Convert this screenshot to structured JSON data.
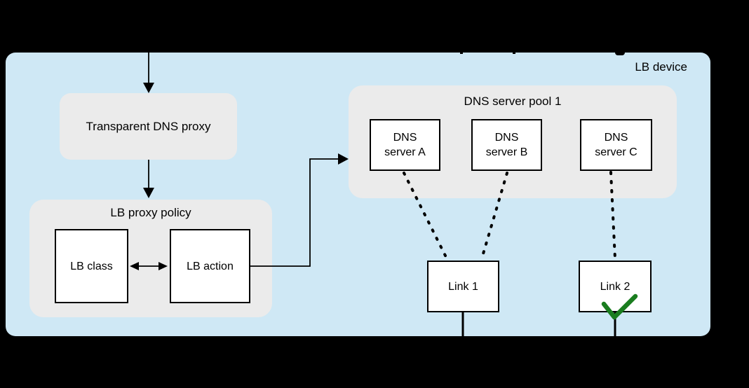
{
  "device": {
    "label": "LB device"
  },
  "proxy": {
    "label": "Transparent DNS proxy"
  },
  "policy": {
    "title": "LB proxy policy",
    "lb_class": {
      "label": "LB class"
    },
    "lb_action": {
      "label": "LB action"
    }
  },
  "pool": {
    "title": "DNS server pool 1",
    "servers": [
      {
        "line1": "DNS",
        "line2": "server A"
      },
      {
        "line1": "DNS",
        "line2": "server B"
      },
      {
        "line1": "DNS",
        "line2": "server C"
      }
    ]
  },
  "links": [
    {
      "label": "Link 1"
    },
    {
      "label": "Link 2",
      "status_icon": "green-checkmark"
    }
  ],
  "colors": {
    "device_bg": "#cfe8f5",
    "group_bg": "#ebebeb",
    "node_bg": "#ffffff",
    "node_border": "#000000",
    "connector": "#000000",
    "checkmark": "#1a7d1f",
    "canvas_bg": "#000000"
  }
}
